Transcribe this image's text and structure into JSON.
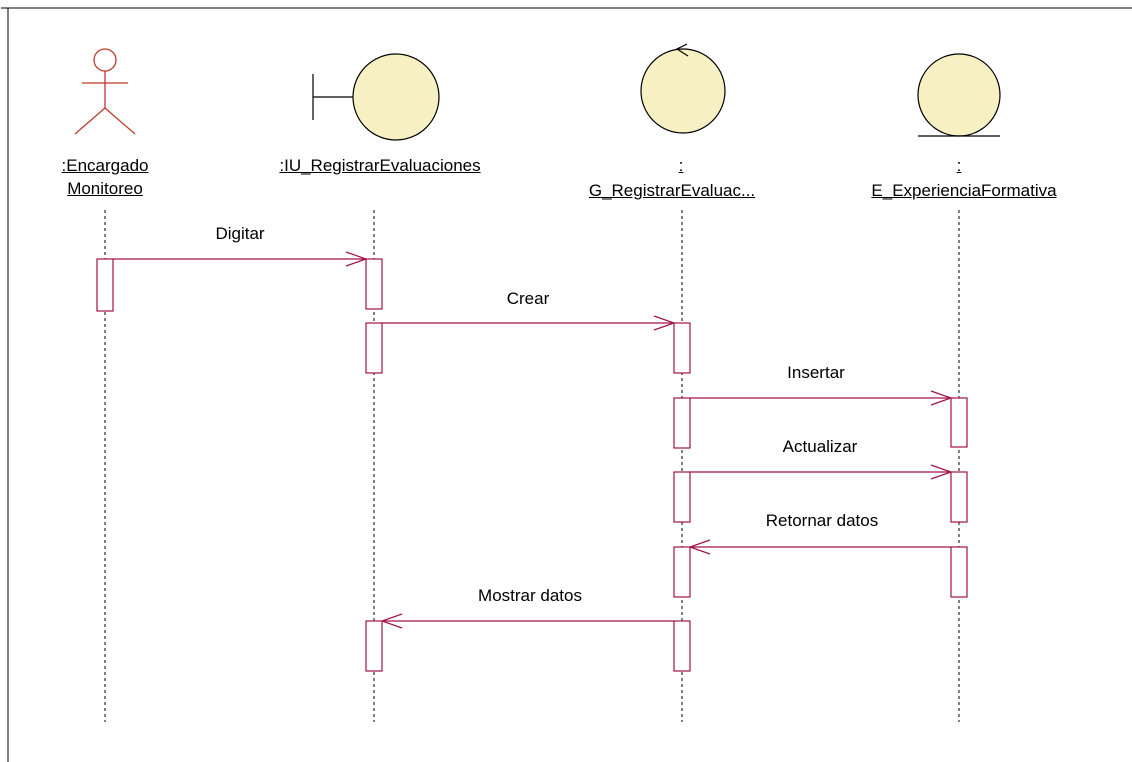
{
  "diagram": {
    "participants": [
      {
        "kind": "actor",
        "name_line1": ":Encargado",
        "name_line2": "Monitoreo"
      },
      {
        "kind": "boundary",
        "name_line1": ":IU_RegistrarEvaluaciones",
        "name_line2": ""
      },
      {
        "kind": "control",
        "name_line1": ":",
        "name_line2": "G_RegistrarEvaluac..."
      },
      {
        "kind": "entity",
        "name_line1": ":",
        "name_line2": "E_ExperienciaFormativa"
      }
    ],
    "messages": [
      {
        "label": "Digitar",
        "from": 0,
        "to": 1
      },
      {
        "label": "Crear",
        "from": 1,
        "to": 2
      },
      {
        "label": "Insertar",
        "from": 2,
        "to": 3
      },
      {
        "label": "Actualizar",
        "from": 2,
        "to": 3
      },
      {
        "label": "Retornar datos",
        "from": 3,
        "to": 2
      },
      {
        "label": "Mostrar datos",
        "from": 2,
        "to": 1
      }
    ],
    "colors": {
      "message_line": "#a0134a",
      "activation_border": "#a0134a",
      "participant_fill": "#f6f0c2",
      "participant_stroke": "#000000",
      "frame": "#000000"
    }
  }
}
